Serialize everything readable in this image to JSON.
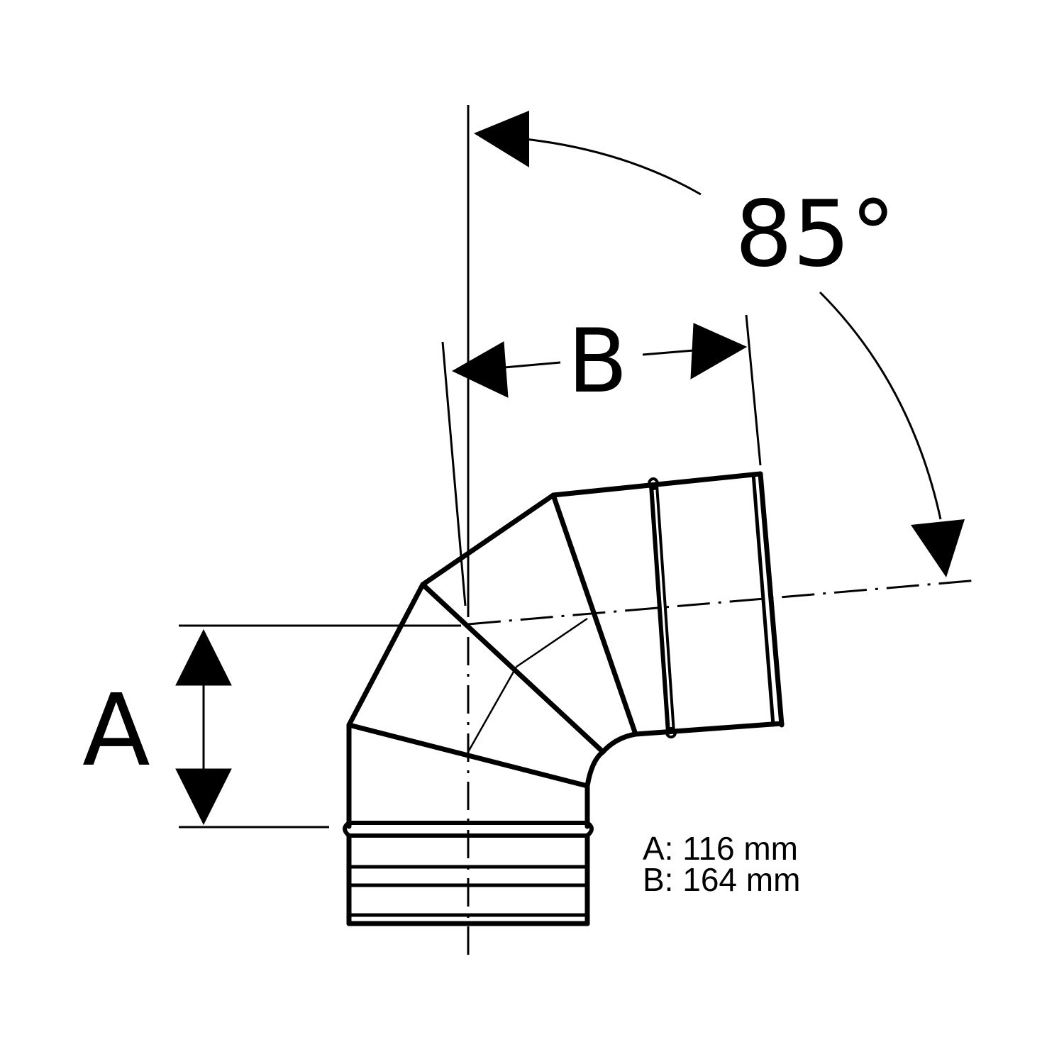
{
  "labels": {
    "angle": "85°",
    "dim_a": "A",
    "dim_b": "B"
  },
  "dimensions": {
    "a_line": "A: 116 mm",
    "b_line": "B: 164 mm"
  },
  "colors": {
    "stroke": "#000000",
    "background": "#ffffff"
  }
}
